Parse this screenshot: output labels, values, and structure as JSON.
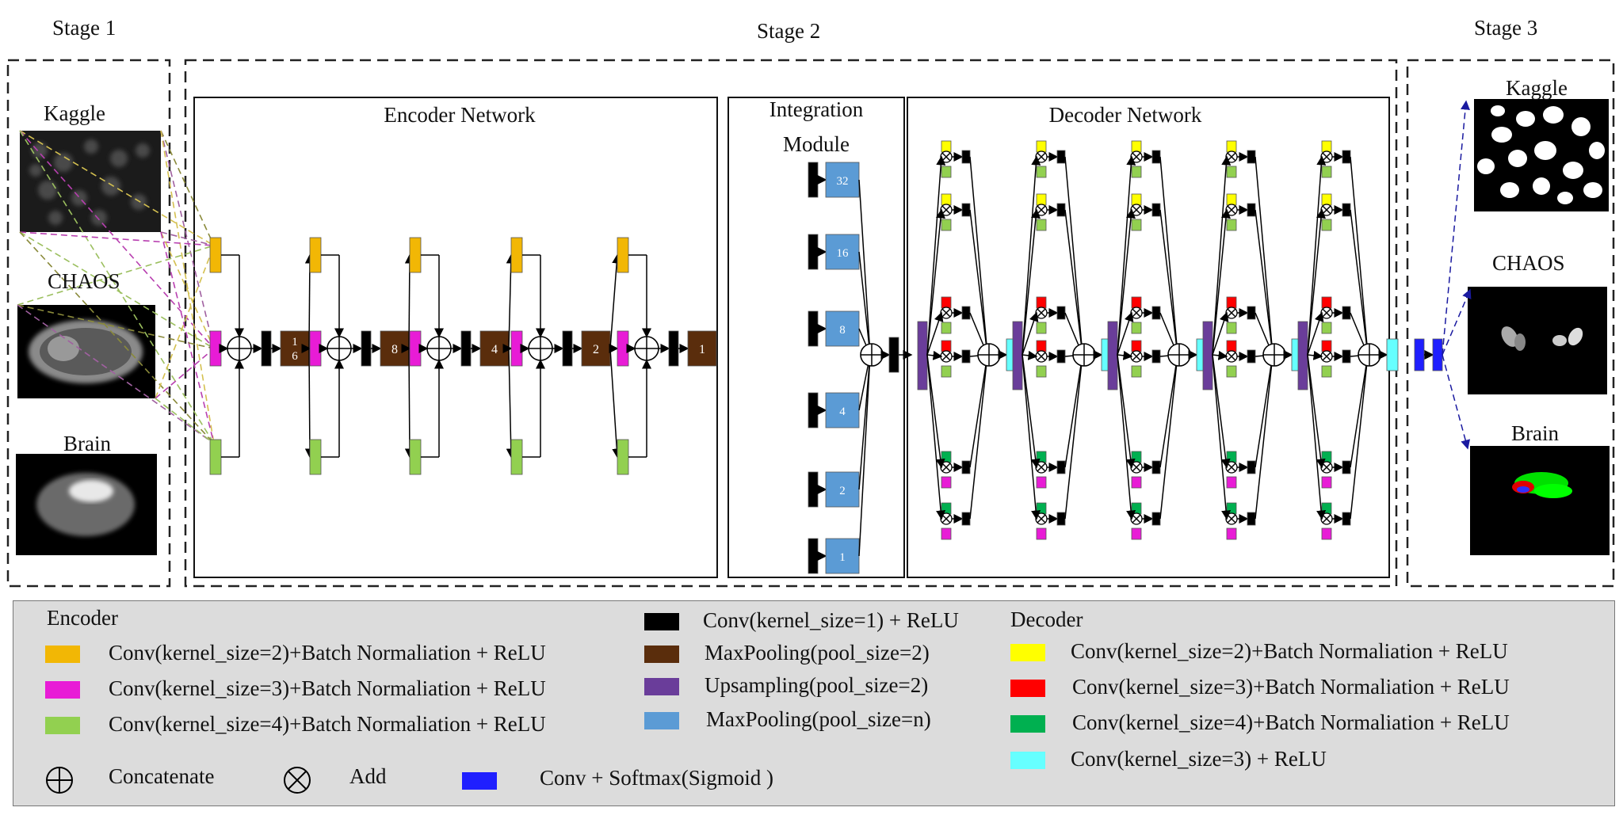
{
  "stages": {
    "stage1": "Stage 1",
    "stage2": "Stage 2",
    "stage3": "Stage 3"
  },
  "boxes": {
    "encoder": "Encoder Network",
    "integration_line1": "Integration",
    "integration_line2": "Module",
    "decoder": "Decoder  Network"
  },
  "inputs": {
    "kaggle": "Kaggle",
    "chaos": "CHAOS",
    "brain": "Brain"
  },
  "outputs": {
    "kaggle": "Kaggle",
    "chaos": "CHAOS",
    "brain": "Brain"
  },
  "encoder_pool_labels": [
    "1\n6",
    "8",
    "4",
    "2",
    "1"
  ],
  "integration_pool_labels": [
    "32",
    "16",
    "8",
    "4",
    "2",
    "1"
  ],
  "colors": {
    "enc_k2": "#f2b705",
    "enc_k3": "#e81cd6",
    "enc_k4": "#92d050",
    "conv1": "#000000",
    "maxpool2": "#5a2d0c",
    "upsample": "#6a3d9a",
    "maxpool_n": "#5b9bd5",
    "dec_k2": "#ffff00",
    "dec_k3": "#ff0000",
    "dec_k4": "#00b050",
    "dec_conv3": "#66ffff",
    "softmax": "#1f1fff"
  },
  "legend": {
    "encoder_head": "Encoder",
    "decoder_head": "Decoder",
    "enc_k2": "Conv(kernel_size=2)+Batch Normaliation + ReLU",
    "enc_k3": "Conv(kernel_size=3)+Batch Normaliation + ReLU",
    "enc_k4": "Conv(kernel_size=4)+Batch Normaliation + ReLU",
    "conv1": "Conv(kernel_size=1) + ReLU",
    "maxpool2": "MaxPooling(pool_size=2)",
    "upsample": "Upsampling(pool_size=2)",
    "maxpool_n": "MaxPooling(pool_size=n)",
    "dec_k2": "Conv(kernel_size=2)+Batch Normaliation + ReLU",
    "dec_k3": "Conv(kernel_size=3)+Batch Normaliation + ReLU",
    "dec_k4": "Conv(kernel_size=4)+Batch Normaliation + ReLU",
    "dec_conv3": "Conv(kernel_size=3) + ReLU",
    "concat": "Concatenate",
    "add": "Add",
    "softmax": "Conv + Softmax(Sigmoid )"
  }
}
